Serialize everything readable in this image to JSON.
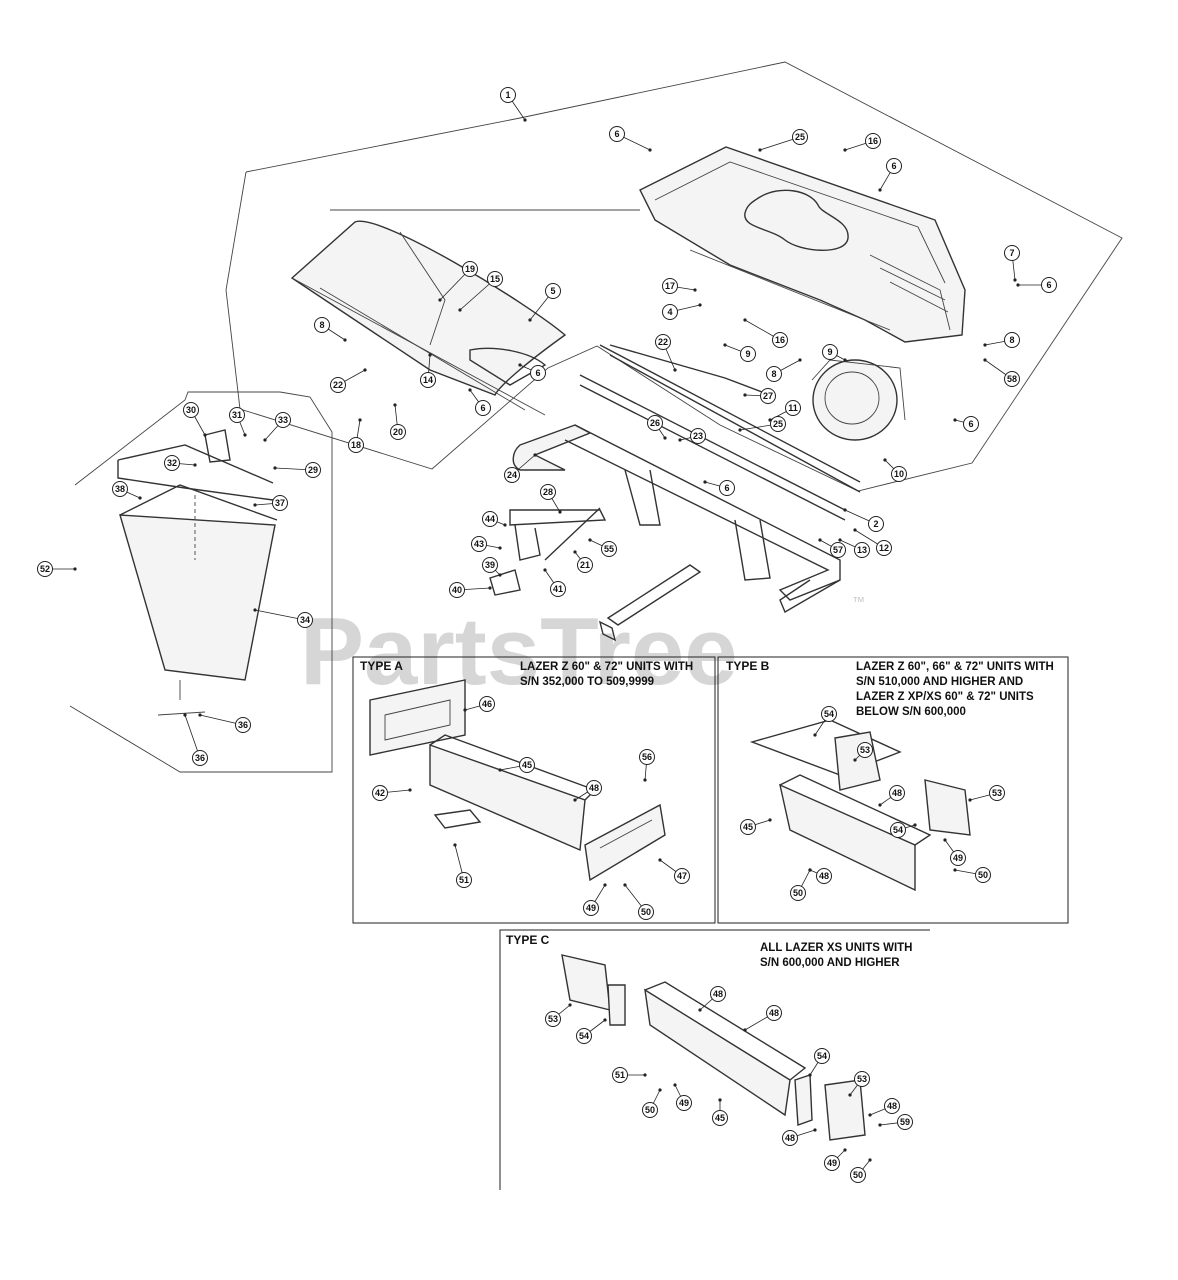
{
  "watermark": {
    "text": "PartsTree",
    "tm": "™"
  },
  "panels": {
    "type_a": {
      "title": "TYPE A",
      "note": [
        "LAZER Z 60\" & 72\" UNITS WITH",
        "S/N 352,000 TO 509,9999"
      ]
    },
    "type_b": {
      "title": "TYPE B",
      "note": [
        "LAZER Z 60\", 66\" & 72\" UNITS WITH",
        "S/N 510,000 AND HIGHER AND",
        "LAZER Z XP/XS 60\" & 72\" UNITS",
        "BELOW S/N 600,000"
      ]
    },
    "type_c": {
      "title": "TYPE C",
      "note": [
        "ALL LAZER XS UNITS WITH",
        "S/N 600,000 AND HIGHER"
      ]
    }
  },
  "callouts": [
    {
      "id": "c1",
      "label": "1"
    },
    {
      "id": "c6a",
      "label": "6"
    },
    {
      "id": "c25a",
      "label": "25"
    },
    {
      "id": "c16a",
      "label": "16"
    },
    {
      "id": "c6b",
      "label": "6"
    },
    {
      "id": "c7",
      "label": "7"
    },
    {
      "id": "c6c",
      "label": "6"
    },
    {
      "id": "c8a",
      "label": "8"
    },
    {
      "id": "c58a",
      "label": "58"
    },
    {
      "id": "c19",
      "label": "19"
    },
    {
      "id": "c15",
      "label": "15"
    },
    {
      "id": "c5",
      "label": "5"
    },
    {
      "id": "c17",
      "label": "17"
    },
    {
      "id": "c4",
      "label": "4"
    },
    {
      "id": "c16b",
      "label": "16"
    },
    {
      "id": "c9a",
      "label": "9"
    },
    {
      "id": "c9b",
      "label": "9"
    },
    {
      "id": "c8b",
      "label": "8"
    },
    {
      "id": "c8c",
      "label": "8"
    },
    {
      "id": "c22a",
      "label": "22"
    },
    {
      "id": "c22b",
      "label": "22"
    },
    {
      "id": "c14",
      "label": "14"
    },
    {
      "id": "c6d",
      "label": "6"
    },
    {
      "id": "c6e",
      "label": "6"
    },
    {
      "id": "c18",
      "label": "18"
    },
    {
      "id": "c20",
      "label": "20"
    },
    {
      "id": "c27",
      "label": "27"
    },
    {
      "id": "c11",
      "label": "11"
    },
    {
      "id": "c25b",
      "label": "25"
    },
    {
      "id": "c26",
      "label": "26"
    },
    {
      "id": "c23",
      "label": "23"
    },
    {
      "id": "c6f",
      "label": "6"
    },
    {
      "id": "c10",
      "label": "10"
    },
    {
      "id": "c6g",
      "label": "6"
    },
    {
      "id": "c24",
      "label": "24"
    },
    {
      "id": "c28",
      "label": "28"
    },
    {
      "id": "c2",
      "label": "2"
    },
    {
      "id": "c12",
      "label": "12"
    },
    {
      "id": "c13",
      "label": "13"
    },
    {
      "id": "c57",
      "label": "57"
    },
    {
      "id": "c44",
      "label": "44"
    },
    {
      "id": "c55",
      "label": "55"
    },
    {
      "id": "c43",
      "label": "43"
    },
    {
      "id": "c21",
      "label": "21"
    },
    {
      "id": "c39",
      "label": "39"
    },
    {
      "id": "c41",
      "label": "41"
    },
    {
      "id": "c40",
      "label": "40"
    },
    {
      "id": "c30",
      "label": "30"
    },
    {
      "id": "c31",
      "label": "31"
    },
    {
      "id": "c33",
      "label": "33"
    },
    {
      "id": "c32",
      "label": "32"
    },
    {
      "id": "c29",
      "label": "29"
    },
    {
      "id": "c38",
      "label": "38"
    },
    {
      "id": "c37",
      "label": "37"
    },
    {
      "id": "c52",
      "label": "52"
    },
    {
      "id": "c34",
      "label": "34"
    },
    {
      "id": "c36a",
      "label": "36"
    },
    {
      "id": "c36b",
      "label": "36"
    },
    {
      "id": "a46",
      "label": "46"
    },
    {
      "id": "a45",
      "label": "45"
    },
    {
      "id": "a56",
      "label": "56"
    },
    {
      "id": "a42",
      "label": "42"
    },
    {
      "id": "a48",
      "label": "48"
    },
    {
      "id": "a51",
      "label": "51"
    },
    {
      "id": "a47",
      "label": "47"
    },
    {
      "id": "a49",
      "label": "49"
    },
    {
      "id": "a50",
      "label": "50"
    },
    {
      "id": "b54a",
      "label": "54"
    },
    {
      "id": "b53a",
      "label": "53"
    },
    {
      "id": "b48a",
      "label": "48"
    },
    {
      "id": "b53b",
      "label": "53"
    },
    {
      "id": "b45",
      "label": "45"
    },
    {
      "id": "b54b",
      "label": "54"
    },
    {
      "id": "b49",
      "label": "49"
    },
    {
      "id": "b50a",
      "label": "50"
    },
    {
      "id": "b48b",
      "label": "48"
    },
    {
      "id": "b50b",
      "label": "50"
    },
    {
      "id": "t53a",
      "label": "53"
    },
    {
      "id": "t54a",
      "label": "54"
    },
    {
      "id": "t48a",
      "label": "48"
    },
    {
      "id": "t48b",
      "label": "48"
    },
    {
      "id": "t51",
      "label": "51"
    },
    {
      "id": "t50a",
      "label": "50"
    },
    {
      "id": "t49a",
      "label": "49"
    },
    {
      "id": "t45",
      "label": "45"
    },
    {
      "id": "t54b",
      "label": "54"
    },
    {
      "id": "t53b",
      "label": "53"
    },
    {
      "id": "t48c",
      "label": "48"
    },
    {
      "id": "t59",
      "label": "59"
    },
    {
      "id": "t48d",
      "label": "48"
    },
    {
      "id": "t49b",
      "label": "49"
    },
    {
      "id": "t50b",
      "label": "50"
    }
  ]
}
